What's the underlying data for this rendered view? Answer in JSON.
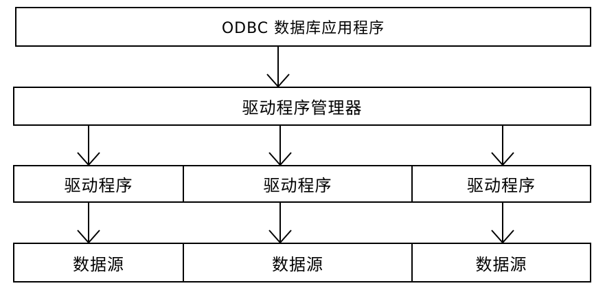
{
  "app": {
    "label": "ODBC 数据库应用程序"
  },
  "manager": {
    "label": "驱动程序管理器"
  },
  "drivers": [
    {
      "label": "驱动程序"
    },
    {
      "label": "驱动程序"
    },
    {
      "label": "驱动程序"
    }
  ],
  "sources": [
    {
      "label": "数据源"
    },
    {
      "label": "数据源"
    },
    {
      "label": "数据源"
    }
  ]
}
